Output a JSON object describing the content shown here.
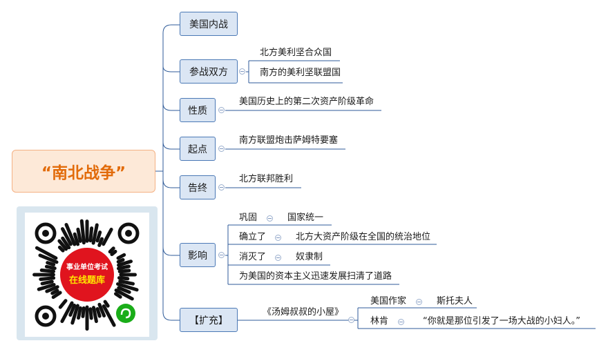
{
  "root": {
    "label": "“南北战争”"
  },
  "branches": {
    "b1": {
      "label": "美国内战"
    },
    "b2": {
      "label": "参战双方",
      "items": [
        "北方美利坚合众国",
        "南方的美利坚联盟国"
      ]
    },
    "b3": {
      "label": "性质",
      "items": [
        "美国历史上的第二次资产阶级革命"
      ]
    },
    "b4": {
      "label": "起点",
      "items": [
        "南方联盟炮击萨姆特要塞"
      ]
    },
    "b5": {
      "label": "告终",
      "items": [
        "北方联邦胜利"
      ]
    },
    "b6": {
      "label": "影响",
      "r1": {
        "a": "巩固",
        "b": "国家统一"
      },
      "r2": {
        "a": "确立了",
        "b": "北方大资产阶级在全国的统治地位"
      },
      "r3": {
        "a": "消灭了",
        "b": "奴隶制"
      },
      "r4": {
        "a": "为美国的资本主义迅速发展扫清了道路"
      }
    },
    "b7": {
      "label": "【扩充】",
      "book": "《汤姆叔叔的小屋》",
      "r1": {
        "a": "美国作家",
        "b": "斯托夫人"
      },
      "r2": {
        "a": "林肯",
        "b": "“你就是那位引发了一场大战的小妇人。”"
      }
    }
  },
  "qr_badge": {
    "line1": "事业单位考试",
    "line2": "在线题库"
  },
  "colors": {
    "root_text": "#e26b0a",
    "root_fill": "#fde9d8",
    "node_fill": "#dbe6f4",
    "line": "#2e5a98",
    "qr_badge": "#e0141e"
  }
}
